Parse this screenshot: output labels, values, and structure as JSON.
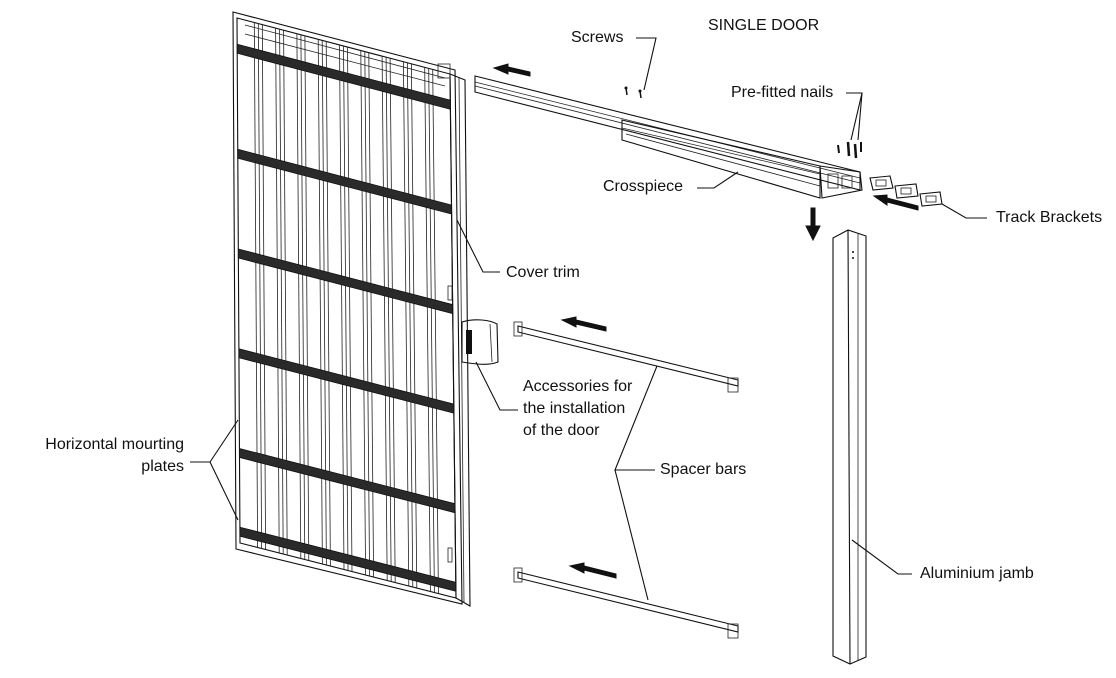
{
  "title": "SINGLE DOOR",
  "labels": {
    "screws": "Screws",
    "pre_fitted_nails": "Pre-fitted nails",
    "crosspiece": "Crosspiece",
    "track_brackets": "Track Brackets",
    "cover_trim": "Cover trim",
    "accessories": [
      "Accessories for",
      "the installation",
      "of the door"
    ],
    "horizontal_plates": [
      "Horizontal mourting",
      "plates"
    ],
    "spacer_bars": "Spacer bars",
    "aluminium_jamb": "Aluminium jamb"
  },
  "colors": {
    "line": "#111111",
    "background": "#ffffff"
  }
}
